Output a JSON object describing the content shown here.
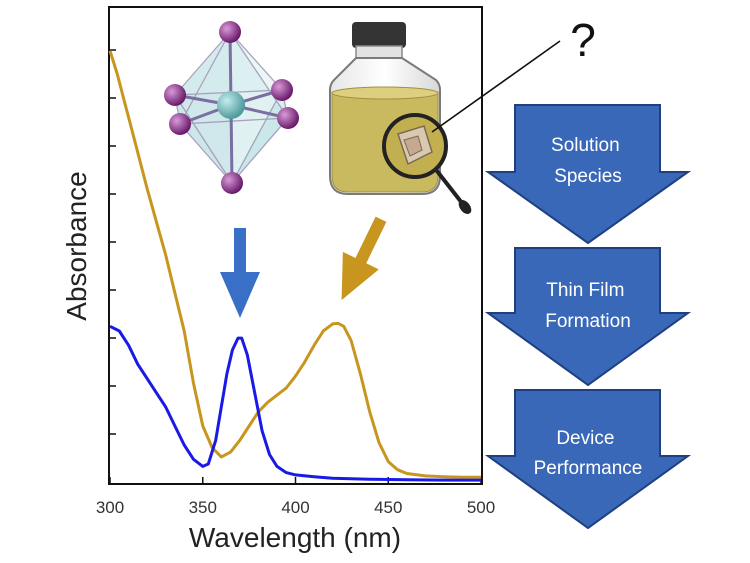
{
  "chart_data": {
    "type": "line",
    "xlabel": "Wavelength (nm)",
    "ylabel": "Absorbance",
    "xlim": [
      300,
      500
    ],
    "ylim": [
      0,
      1
    ],
    "x_ticks": [
      300,
      350,
      400,
      450,
      500
    ],
    "grid": false,
    "y_tick_labels_shown": false,
    "series": [
      {
        "color": "#c8961e",
        "points": [
          [
            300,
            0.91
          ],
          [
            304,
            0.86
          ],
          [
            308,
            0.8
          ],
          [
            312,
            0.74
          ],
          [
            316,
            0.68
          ],
          [
            320,
            0.62
          ],
          [
            325,
            0.55
          ],
          [
            330,
            0.48
          ],
          [
            335,
            0.4
          ],
          [
            340,
            0.32
          ],
          [
            345,
            0.21
          ],
          [
            350,
            0.12
          ],
          [
            355,
            0.075
          ],
          [
            360,
            0.055
          ],
          [
            365,
            0.065
          ],
          [
            370,
            0.09
          ],
          [
            375,
            0.12
          ],
          [
            380,
            0.15
          ],
          [
            385,
            0.17
          ],
          [
            390,
            0.185
          ],
          [
            395,
            0.2
          ],
          [
            400,
            0.225
          ],
          [
            405,
            0.255
          ],
          [
            410,
            0.29
          ],
          [
            415,
            0.32
          ],
          [
            420,
            0.335
          ],
          [
            423,
            0.336
          ],
          [
            426,
            0.33
          ],
          [
            430,
            0.3
          ],
          [
            435,
            0.23
          ],
          [
            440,
            0.15
          ],
          [
            445,
            0.085
          ],
          [
            450,
            0.045
          ],
          [
            455,
            0.028
          ],
          [
            460,
            0.02
          ],
          [
            470,
            0.015
          ],
          [
            480,
            0.013
          ],
          [
            490,
            0.012
          ],
          [
            500,
            0.012
          ]
        ]
      },
      {
        "color": "#1a1ae6",
        "points": [
          [
            300,
            0.33
          ],
          [
            305,
            0.32
          ],
          [
            310,
            0.29
          ],
          [
            315,
            0.25
          ],
          [
            320,
            0.22
          ],
          [
            325,
            0.19
          ],
          [
            330,
            0.16
          ],
          [
            335,
            0.12
          ],
          [
            340,
            0.08
          ],
          [
            345,
            0.05
          ],
          [
            350,
            0.035
          ],
          [
            353,
            0.04
          ],
          [
            357,
            0.09
          ],
          [
            360,
            0.16
          ],
          [
            363,
            0.23
          ],
          [
            366,
            0.28
          ],
          [
            369,
            0.305
          ],
          [
            371,
            0.305
          ],
          [
            374,
            0.27
          ],
          [
            378,
            0.19
          ],
          [
            382,
            0.11
          ],
          [
            386,
            0.06
          ],
          [
            390,
            0.035
          ],
          [
            395,
            0.022
          ],
          [
            400,
            0.017
          ],
          [
            410,
            0.013
          ],
          [
            420,
            0.01
          ],
          [
            440,
            0.008
          ],
          [
            460,
            0.007
          ],
          [
            480,
            0.006
          ],
          [
            500,
            0.006
          ]
        ]
      }
    ]
  },
  "annotations": {
    "question_mark": "?"
  },
  "process_flow": [
    {
      "lines": [
        "Solution",
        "Species"
      ]
    },
    {
      "lines": [
        "Thin Film",
        "Formation"
      ]
    },
    {
      "lines": [
        "Device",
        "Performance"
      ]
    }
  ],
  "colors": {
    "octahedron_face": "#b8dde0",
    "octahedron_center": "#6fb3b6",
    "halide_atom": "#8a2a8a",
    "down_arrow_blue": "#3a6fc8",
    "down_arrow_gold": "#c8961e",
    "solution_fill": "#c9b95f",
    "flow_arrow_fill": "#3a68b8",
    "flow_arrow_stroke": "#1f3f80"
  },
  "icons": [
    "perovskite-octahedron-icon",
    "solution-vial-icon",
    "magnifying-glass-icon"
  ]
}
